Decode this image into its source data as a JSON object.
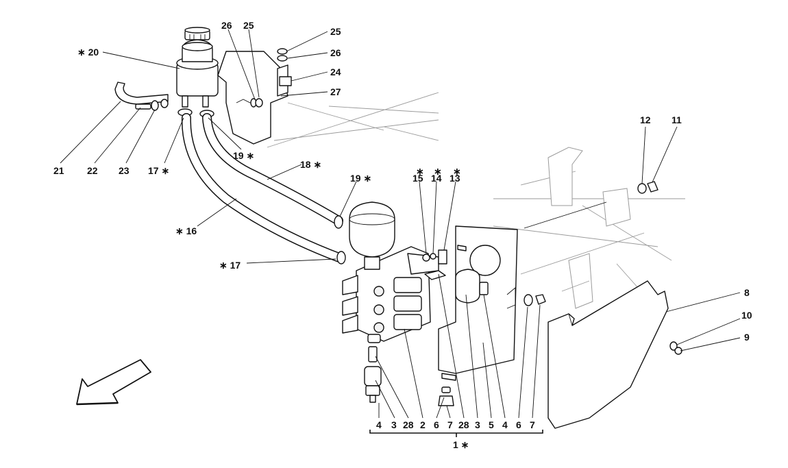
{
  "callouts": {
    "c20": "∗ 20",
    "c26a": "26",
    "c25a": "25",
    "c25b": "25",
    "c26b": "26",
    "c24": "24",
    "c27": "27",
    "c21": "21",
    "c22": "22",
    "c23": "23",
    "c17a": "17 ∗",
    "c19a": "19 ∗",
    "c18": "18 ∗",
    "c16": "∗ 16",
    "c17b": "∗ 17",
    "c19b": "19 ∗",
    "c15": "15",
    "c14": "14",
    "c13": "13",
    "star15": "∗",
    "star14": "∗",
    "star13": "∗",
    "c12": "12",
    "c11": "11",
    "c8": "8",
    "c10": "10",
    "c9": "9",
    "c4a": "4",
    "c3a": "3",
    "c28a": "28",
    "c2": "2",
    "c6a": "6",
    "c7a": "7",
    "c28b": "28",
    "c3b": "3",
    "c5": "5",
    "c4b": "4",
    "c6b": "6",
    "c7b": "7",
    "c1": "1 ∗"
  },
  "icons": {
    "direction_arrow": "arrow-down-left-icon"
  }
}
